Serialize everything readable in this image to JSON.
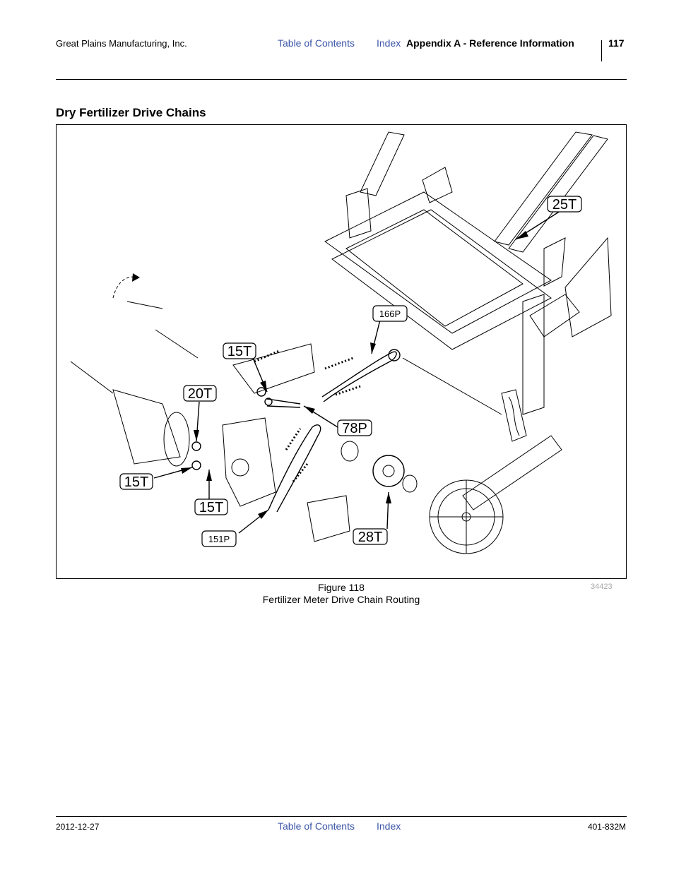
{
  "header": {
    "company": "Great Plains Manufacturing, Inc.",
    "toc_link": "Table of Contents",
    "index_link": "Index",
    "section": "Appendix A - Reference Information",
    "page_number": "117"
  },
  "section_title": "Dry Fertilizer Drive Chains",
  "figure": {
    "number": "Figure 118",
    "caption": "Fertilizer Meter Drive Chain Routing",
    "drawing_id": "34423",
    "callouts": {
      "t25": "25T",
      "p166": "166P",
      "t15_upper": "15T",
      "t20": "20T",
      "p78": "78P",
      "t15_left": "15T",
      "t15_lower": "15T",
      "p151": "151P",
      "t28": "28T"
    }
  },
  "footer": {
    "date": "2012-12-27",
    "toc_link": "Table of Contents",
    "index_link": "Index",
    "doc_number": "401-832M"
  }
}
